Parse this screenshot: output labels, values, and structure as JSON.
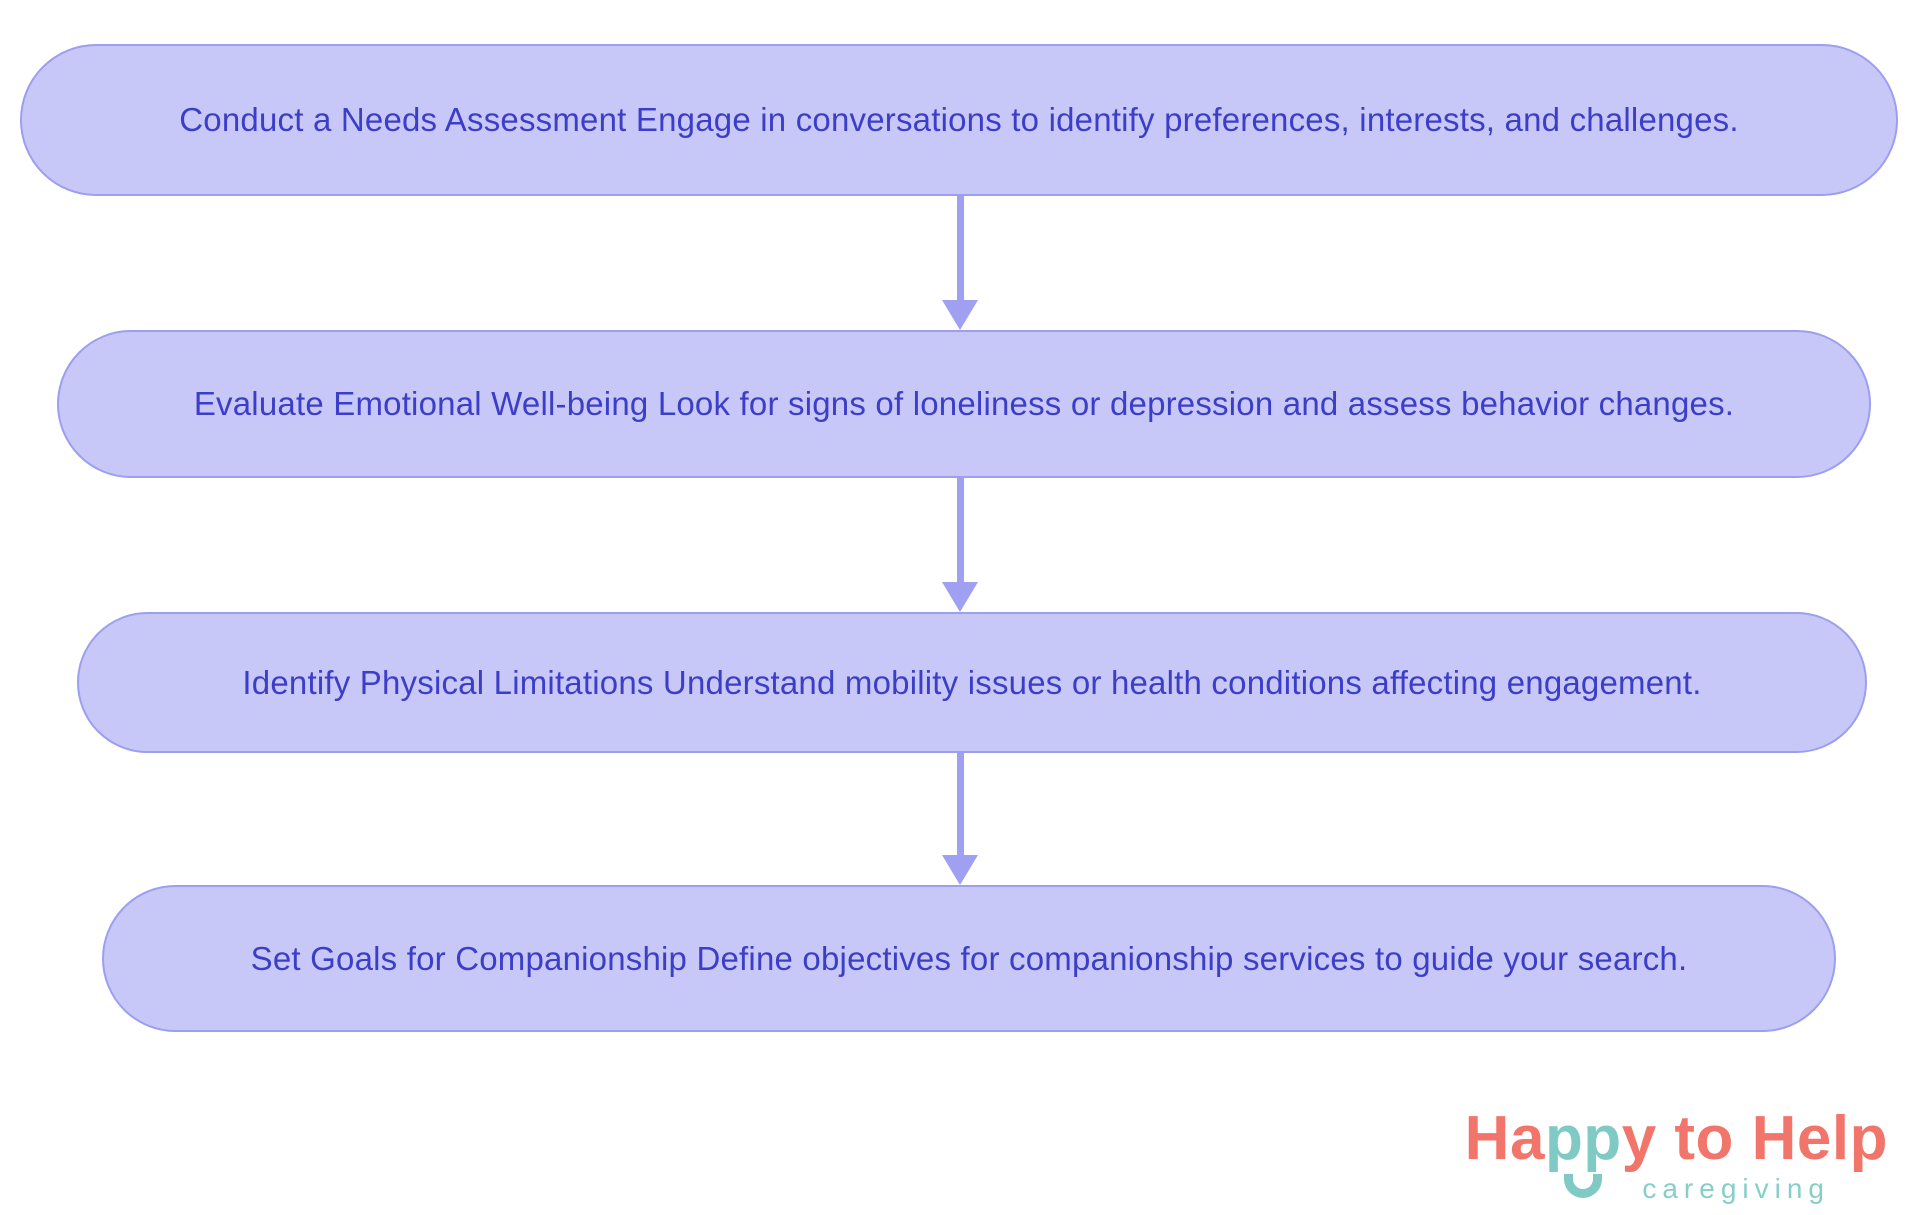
{
  "flowchart": {
    "steps": [
      {
        "label": "Conduct a Needs Assessment Engage in conversations to identify preferences, interests, and challenges."
      },
      {
        "label": "Evaluate Emotional Well-being Look for signs of loneliness or depression and assess behavior changes."
      },
      {
        "label": "Identify Physical Limitations Understand mobility issues or health conditions affecting engagement."
      },
      {
        "label": "Set Goals for Companionship Define objectives for companionship services to guide your search."
      }
    ],
    "colors": {
      "box_fill": "#C8C8F8",
      "box_border": "#9C9EF0",
      "box_text": "#3D3EC8",
      "arrow": "#9FA0F2",
      "background": "#FFFFFF"
    }
  },
  "logo": {
    "word_part1": "Ha",
    "word_part2": "pp",
    "word_part3": "y to Help",
    "tagline": "caregiving",
    "colors": {
      "coral": "#F2756B",
      "teal": "#7FCAC4",
      "tagline_teal": "#87CEC9"
    }
  }
}
